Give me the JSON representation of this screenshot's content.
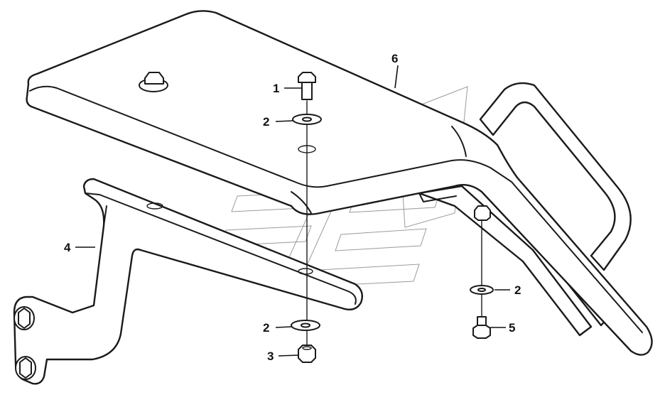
{
  "callouts": {
    "c1": "1",
    "c2a": "2",
    "c2b": "2",
    "c2c": "2",
    "c3": "3",
    "c4": "4",
    "c5": "5",
    "c6": "6"
  }
}
